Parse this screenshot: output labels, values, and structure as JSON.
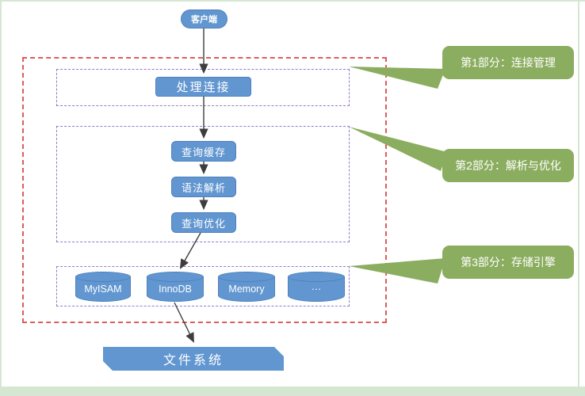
{
  "diagram": {
    "client": "客户端",
    "handle_connection": "处理连接",
    "pipeline": [
      "查询缓存",
      "语法解析",
      "查询优化"
    ],
    "engines": [
      "MyISAM",
      "InnoDB",
      "Memory",
      "···"
    ],
    "file_system": "文件系统",
    "callouts": [
      "第1部分：连接管理",
      "第2部分：解析与优化",
      "第3部分：存储引擎"
    ]
  },
  "colors": {
    "node_blue": "#6196d0",
    "node_blue_border": "#4f81bd",
    "callout_green": "#8bad5f",
    "boundary_red": "#dd5c5c",
    "group_purple": "#9579cf",
    "page_accent_green": "#d5e7d1",
    "arrow": "#3d3d3d"
  }
}
